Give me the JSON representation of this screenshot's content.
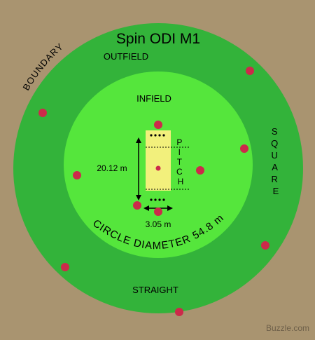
{
  "title": "Spin ODI M1",
  "labels": {
    "outfield": "OUTFIELD",
    "infield": "INFIELD",
    "boundary": "BOUNDARY",
    "square": "SQUARE",
    "straight": "STRAIGHT",
    "pitch": "PITCH",
    "circle_diameter": "CIRCLE DIAMETER 54.8 m",
    "pitch_length": "20.12 m",
    "pitch_width": "3.05 m"
  },
  "watermark": "Buzzle.com",
  "colors": {
    "background": "#a99470",
    "outfield": "#33b33a",
    "infield": "#55e63c",
    "pitch": "#f2f07c",
    "fielder": "#cc2a4a",
    "text": "#000000"
  }
}
